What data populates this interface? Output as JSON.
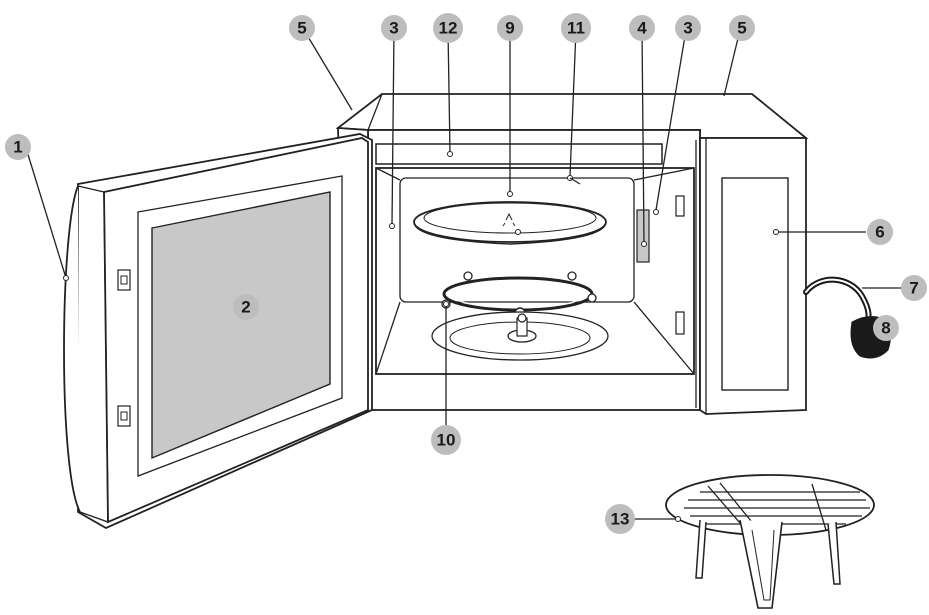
{
  "labels": [
    {
      "id": "p1",
      "text": "1"
    },
    {
      "id": "p2",
      "text": "2"
    },
    {
      "id": "p3a",
      "text": "3"
    },
    {
      "id": "p3b",
      "text": "3"
    },
    {
      "id": "p4",
      "text": "4"
    },
    {
      "id": "p5a",
      "text": "5"
    },
    {
      "id": "p5b",
      "text": "5"
    },
    {
      "id": "p6",
      "text": "6"
    },
    {
      "id": "p7",
      "text": "7"
    },
    {
      "id": "p8",
      "text": "8"
    },
    {
      "id": "p9",
      "text": "9"
    },
    {
      "id": "p10",
      "text": "10"
    },
    {
      "id": "p11",
      "text": "11"
    },
    {
      "id": "p12",
      "text": "12"
    },
    {
      "id": "p13",
      "text": "13"
    }
  ],
  "colors": {
    "badge": "#bdbdbd",
    "window": "#c8c8c8",
    "line": "#222222",
    "plug": "#1a1a1a"
  }
}
